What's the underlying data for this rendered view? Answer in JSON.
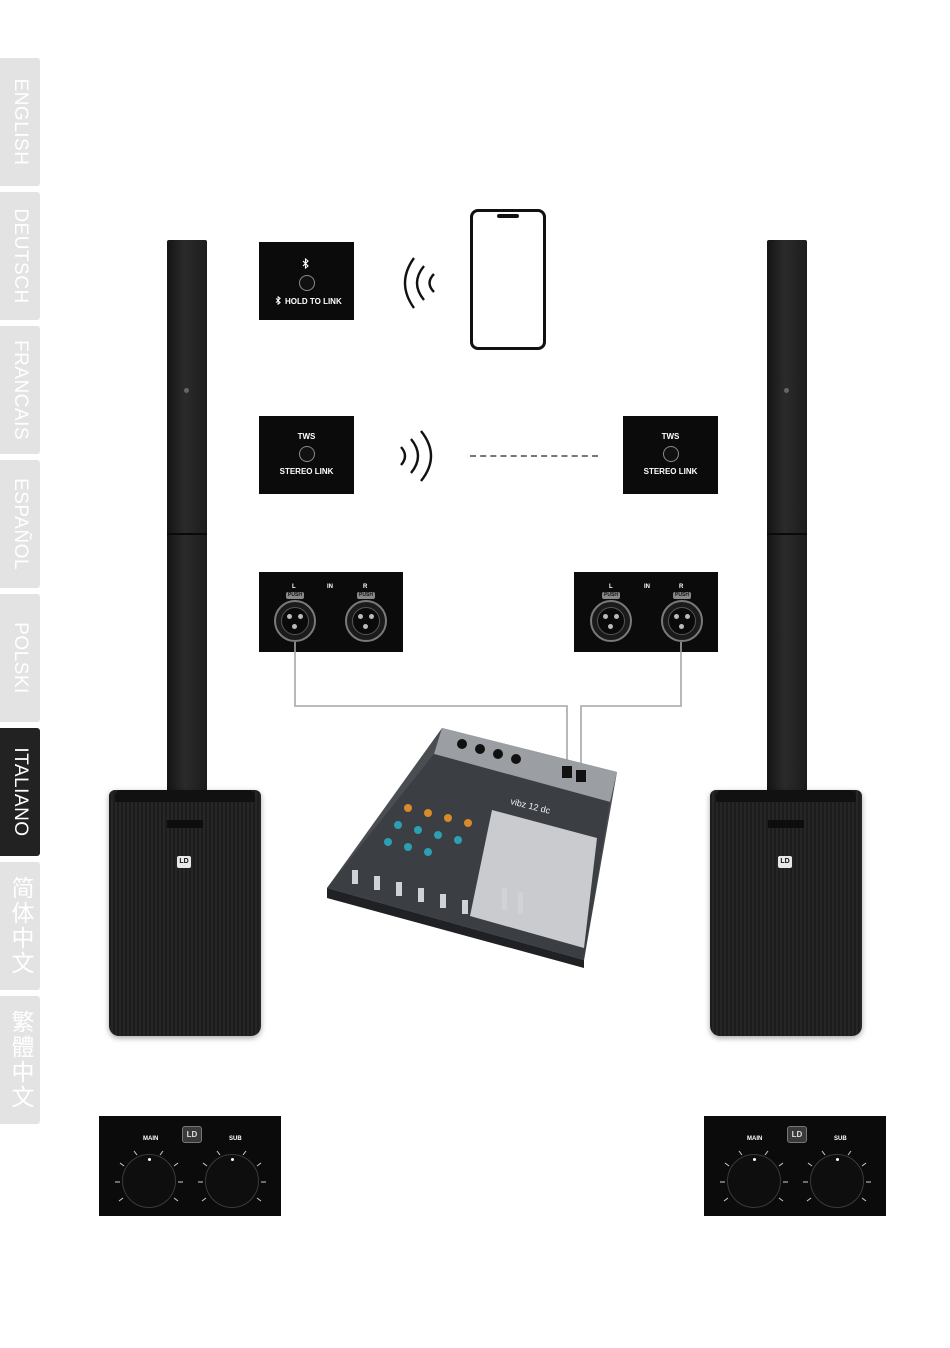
{
  "languages": {
    "english": "ENGLISH",
    "deutsch": "DEUTSCH",
    "francais": "FRANCAIS",
    "espanol": "ESPAÑOL",
    "polski": "POLSKI",
    "italiano": "ITALIANO",
    "simplified_chinese": "简体中文",
    "traditional_chinese": "繁體中文",
    "active": "italiano"
  },
  "bluetooth_panel": {
    "label": "HOLD TO LINK",
    "icon": "bluetooth-icon"
  },
  "tws_panel_left": {
    "top_label": "TWS",
    "bottom_label": "STEREO LINK"
  },
  "tws_panel_right": {
    "top_label": "TWS",
    "bottom_label": "STEREO LINK"
  },
  "input_panel_left": {
    "left_label": "L",
    "mid_label": "IN",
    "right_label": "R",
    "push_label": "PUSH"
  },
  "input_panel_right": {
    "left_label": "L",
    "mid_label": "IN",
    "right_label": "R",
    "push_label": "PUSH"
  },
  "control_panel_left": {
    "main_label": "MAIN",
    "sub_label": "SUB",
    "logo": "LD"
  },
  "control_panel_right": {
    "main_label": "MAIN",
    "sub_label": "SUB",
    "logo": "LD"
  },
  "mixer": {
    "brand": "vibz 12 dc"
  },
  "speaker_logo": "LD",
  "colors": {
    "panel": "#0b0b0b",
    "active_tab": "#222222",
    "inactive_tab": "#e3e3e3"
  }
}
